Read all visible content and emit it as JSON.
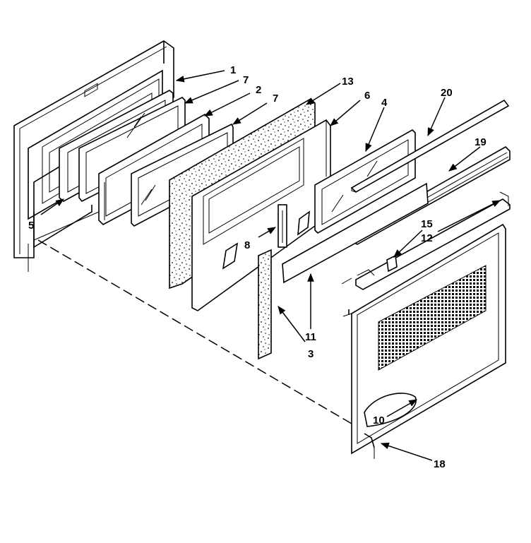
{
  "callouts": [
    {
      "id": "c1",
      "label": "1"
    },
    {
      "id": "c7a",
      "label": "7"
    },
    {
      "id": "c2",
      "label": "2"
    },
    {
      "id": "c7b",
      "label": "7"
    },
    {
      "id": "c13",
      "label": "13"
    },
    {
      "id": "c6",
      "label": "6"
    },
    {
      "id": "c4",
      "label": "4"
    },
    {
      "id": "c20",
      "label": "20"
    },
    {
      "id": "c19",
      "label": "19"
    },
    {
      "id": "c5",
      "label": "5"
    },
    {
      "id": "c8",
      "label": "8"
    },
    {
      "id": "c15",
      "label": "15"
    },
    {
      "id": "c12",
      "label": "12"
    },
    {
      "id": "c11",
      "label": "11"
    },
    {
      "id": "c3",
      "label": "3"
    },
    {
      "id": "c10",
      "label": "10"
    },
    {
      "id": "c18",
      "label": "18"
    }
  ]
}
